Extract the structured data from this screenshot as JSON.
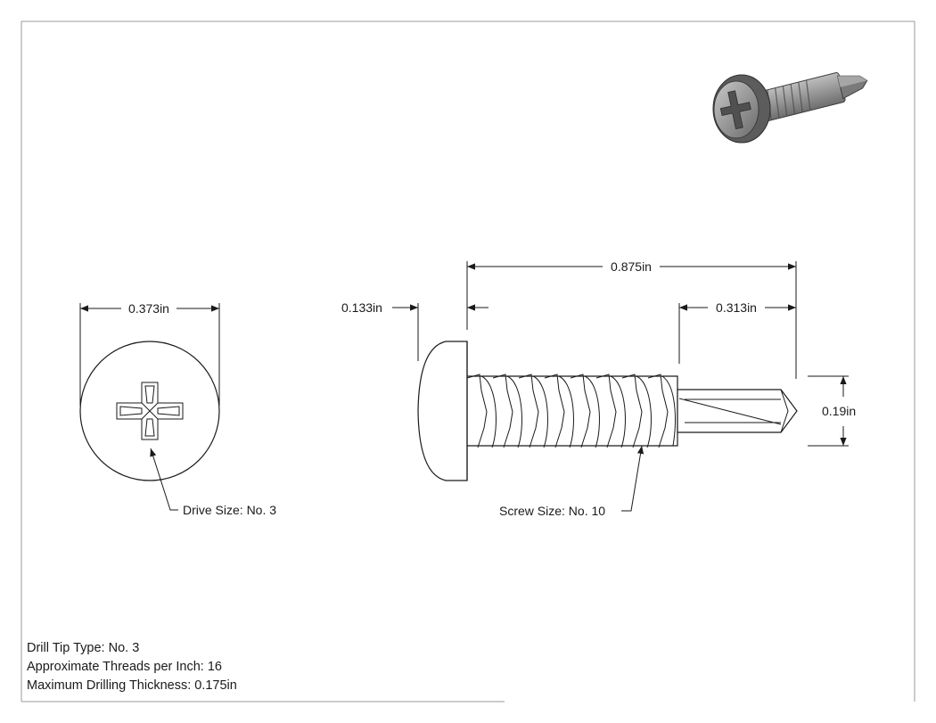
{
  "dimensions": {
    "head_diameter": "0.373in",
    "head_height": "0.133in",
    "overall_length": "0.875in",
    "drill_point_length": "0.313in",
    "major_diameter": "0.19in"
  },
  "callouts": {
    "drive_size": "Drive Size: No. 3",
    "screw_size": "Screw Size: No. 10"
  },
  "notes": {
    "drill_tip": "Drill Tip Type: No. 3",
    "threads_per_inch": "Approximate Threads per Inch: 16",
    "max_drilling_thickness": "Maximum Drilling Thickness: 0.175in"
  },
  "colors": {
    "line": "#1a1a1a",
    "frame": "#9a9a9a",
    "iso_body": "#9c9c9c",
    "iso_shadow": "#5c5c5c"
  }
}
